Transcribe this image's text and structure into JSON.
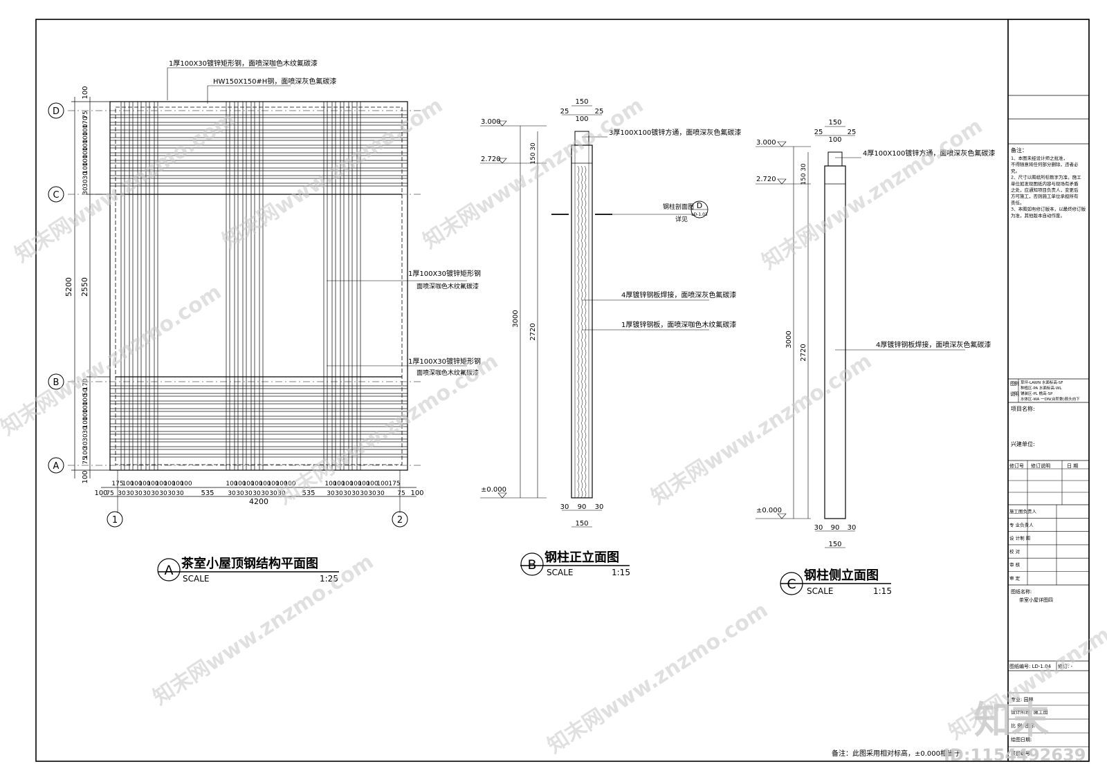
{
  "drawing_a": {
    "circle": "A",
    "title": "茶室小屋顶钢结构平面图",
    "scale_label": "SCALE",
    "scale": "1:25",
    "note_rect_steel_top": "1厚100X30镀锌矩形钢，面喷深咖色木纹氟碳漆",
    "note_h_steel": "HW150X150#H钢，面喷深灰色氟碳漆",
    "note_rect_steel_mid_1": "1厚100X30镀锌矩形钢",
    "note_rect_steel_mid_2": "面喷深咖色木纹氟碳漆",
    "note_rect_steel_low_1": "1厚100X30镀锌矩形钢",
    "note_rect_steel_low_2": "面喷深咖色木纹氟碳漆",
    "grid_rows": [
      "D",
      "C",
      "B",
      "A"
    ],
    "grid_cols": [
      "1",
      "2"
    ],
    "dim_total_height": "5200",
    "dim_mid_height": "2550",
    "dim_total_width": "4200",
    "dim_mid_spans": [
      "535",
      "535"
    ],
    "dim_edge": "100",
    "dim_175": "175",
    "dim_75": "75",
    "dim_170": "170",
    "dim_30": "30",
    "dim_100": "100",
    "dim_50": "50"
  },
  "drawing_b": {
    "circle": "B",
    "title": "钢柱正立面图",
    "scale_label": "SCALE",
    "scale": "1:15",
    "lvl_top": "3.000",
    "lvl_mid": "2.720",
    "lvl_base": "±0.000",
    "dim_150": "150",
    "dim_25": "25",
    "dim_100": "100",
    "dim_30": "30",
    "dim_90": "90",
    "dim_3000": "3000",
    "dim_2720": "2720",
    "note_cap": "3厚100X100镀锌方通，面喷深灰色氟碳漆",
    "note_section_1": "钢柱剖面图",
    "note_section_2": "详见",
    "section_ref_top": "D",
    "section_ref_bottom": "LD-1.03",
    "note_weld": "4厚镀锌钢板焊接，面喷深灰色氟碳漆",
    "note_plate": "1厚镀锌钢板，面喷深咖色木纹氟碳漆"
  },
  "drawing_c": {
    "circle": "C",
    "title": "钢柱侧立面图",
    "scale_label": "SCALE",
    "scale": "1:15",
    "lvl_top": "3.000",
    "lvl_mid": "2.720",
    "lvl_base": "±0.000",
    "dim_150": "150",
    "dim_25": "25",
    "dim_100": "100",
    "dim_30": "30",
    "dim_90": "90",
    "dim_3000": "3000",
    "dim_2720": "2720",
    "note_cap": "4厚100X100镀锌方通，面喷深灰色氟碳漆",
    "note_weld": "4厚镀锌钢板焊接，面喷深灰色氟碳漆"
  },
  "title_block": {
    "notes_title": "备注：",
    "notes_lines": [
      "1、本图未经设计师之批准，",
      "不得随意将任何部分删除，违者必",
      "究。",
      "2、尺寸以图纸所标数字为准，施工",
      "单位如发现图纸内容与现场有矛盾",
      "之处，应通知项目负责人，变更后",
      "方可施工，否则施工单位承担所有",
      "责任。",
      "3、本图如有修订版本，以最终修订版",
      "为准，其他版本自动作废。"
    ],
    "legend_label_1": "图",
    "legend_label_2": "例",
    "legend_label_3": "说",
    "legend_label_4": "明",
    "legend_lines": [
      "草坪-LAWN    水面标高-SF",
      "种植区-PA     水面标高-WL",
      "铺装区-PL     檐高-SP",
      "水体区-WA  一DN(台阶数)箭头向下"
    ],
    "project_name": "项目名称:",
    "client": "兴建单位:",
    "rev_no": "修订号",
    "rev_desc": "修订说明",
    "rev_date": "日 期",
    "role_1": "施工图负责人",
    "role_2": "专 业负责人",
    "role_3": "设 计制 图",
    "role_4": "校 对",
    "role_5": "审 核",
    "role_6": "审 定",
    "drawing_name_label": "图纸名称:",
    "drawing_name": "茶室小屋详图四",
    "drawing_no_label": "图纸编号: LD-1.04",
    "revision_label": "修订: -",
    "discipline": "专业: 园林",
    "stage": "设计阶段: 施工图",
    "scale_row": "比 例: 图示",
    "plot_date": "绘图日期:",
    "project_no": "项目编号:"
  },
  "bottom_note": "备注：此图采用相对标高，±0.000相当于",
  "watermark": {
    "text": "知末网www.znzmo.com",
    "logo": "知末",
    "id": "ID:1154492639"
  }
}
